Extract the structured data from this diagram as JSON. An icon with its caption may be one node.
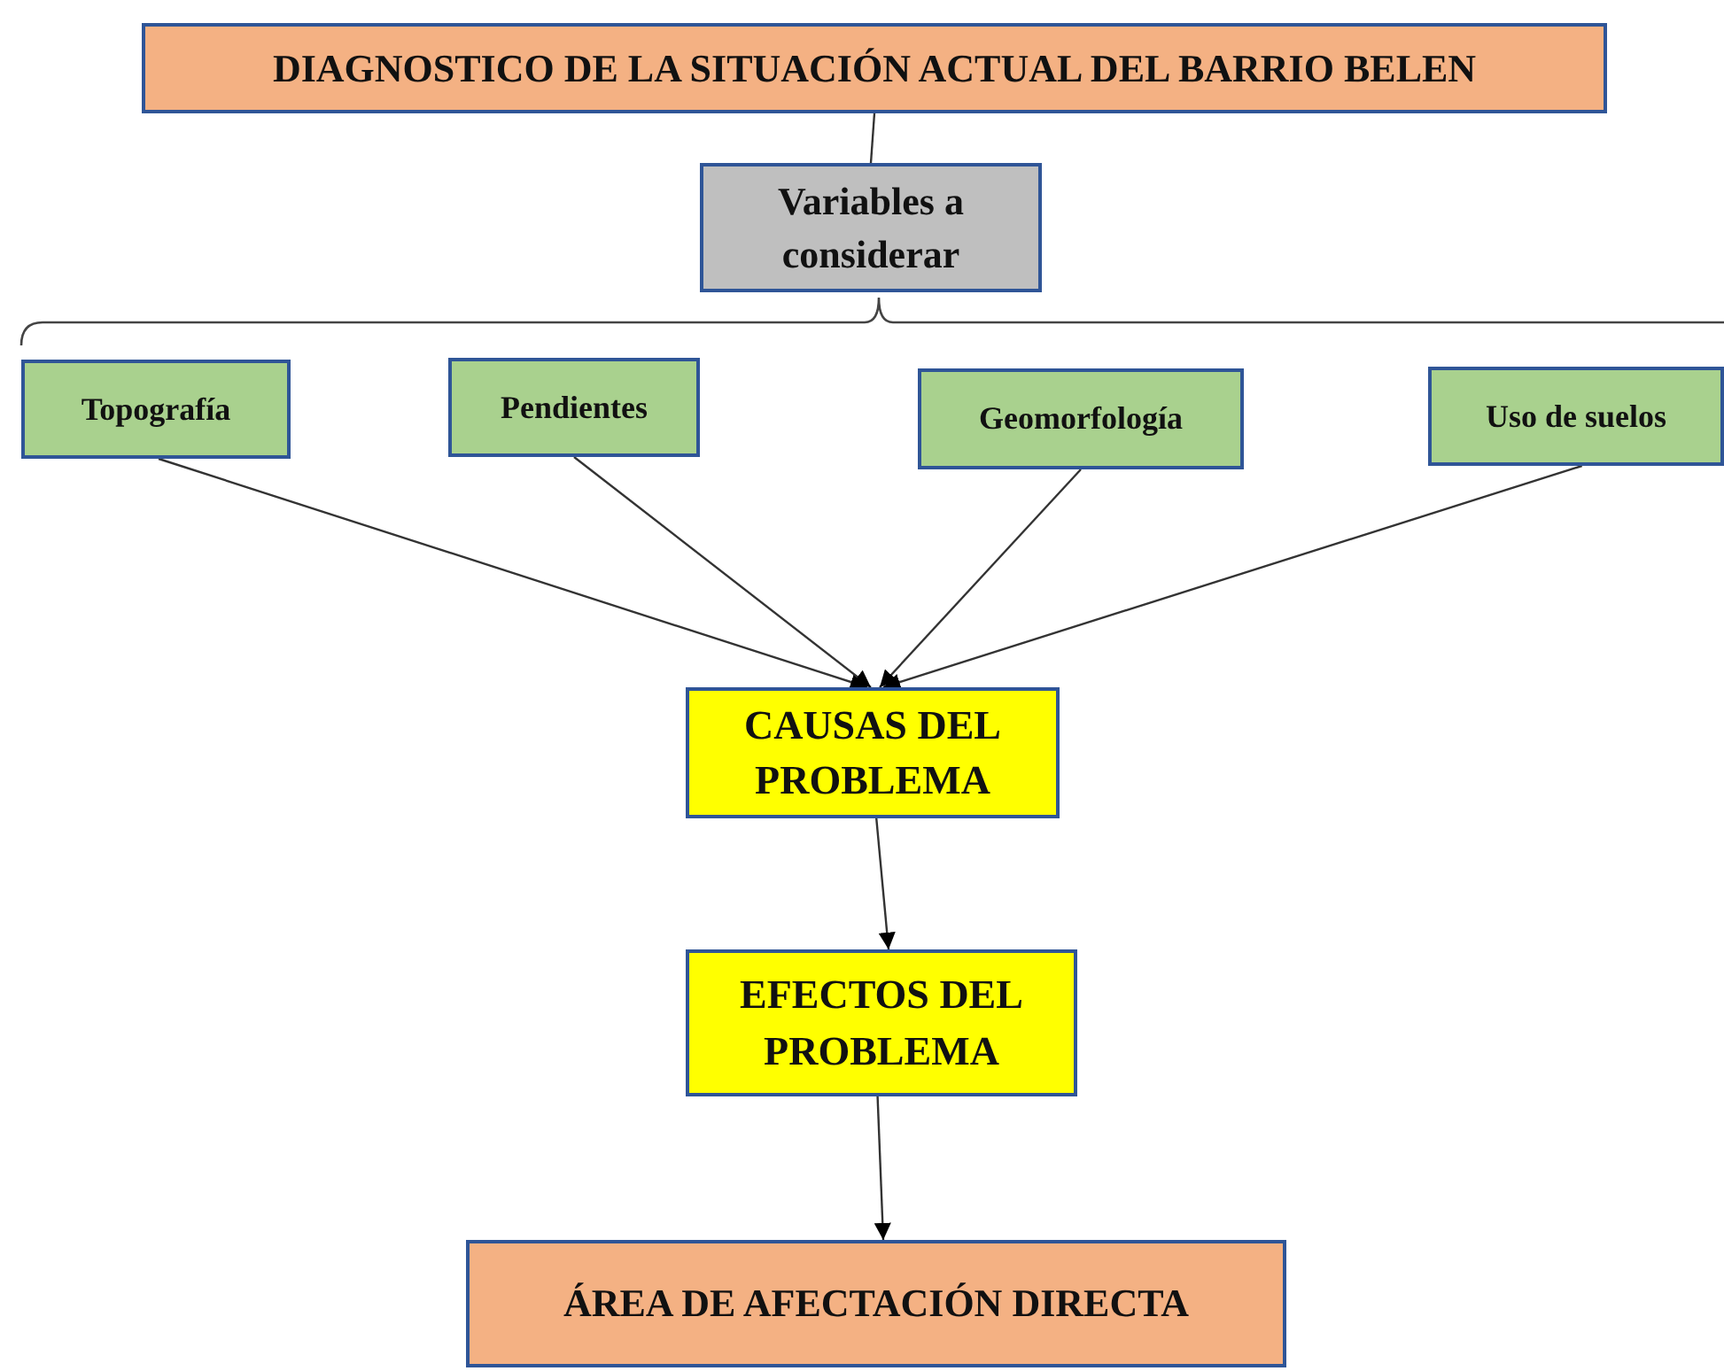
{
  "diagram": {
    "nodes": [
      {
        "text": [
          "DIAGNOSTICO DE LA SITUACIÓN ACTUAL DEL BARRIO BELEN"
        ]
      },
      {
        "text": [
          "Variables a considerar"
        ]
      },
      {
        "text": [
          "Topografía"
        ]
      },
      {
        "text": [
          "Pendientes"
        ]
      },
      {
        "text": [
          "Geomorfología"
        ]
      },
      {
        "text": [
          "Uso de suelos"
        ]
      },
      {
        "text": [
          "CAUSAS DEL PROBLEMA"
        ]
      },
      {
        "text": [
          "EFECTOS DEL PROBLEMA"
        ]
      },
      {
        "text": [
          "ÁREA DE AFECTACIÓN DIRECTA"
        ]
      }
    ],
    "edges": [
      {
        "from": 0,
        "to": 1,
        "arrow": "none"
      },
      {
        "from": 2,
        "to": 6,
        "arrow": "to"
      },
      {
        "from": 3,
        "to": 6,
        "arrow": "to"
      },
      {
        "from": 4,
        "to": 6,
        "arrow": "to"
      },
      {
        "from": 5,
        "to": 6,
        "arrow": "to"
      },
      {
        "from": 6,
        "to": 7,
        "arrow": "to"
      },
      {
        "from": 7,
        "to": 8,
        "arrow": "to"
      }
    ]
  }
}
